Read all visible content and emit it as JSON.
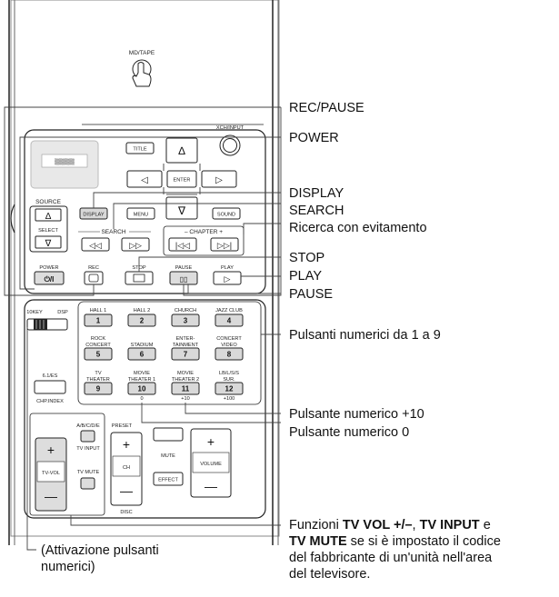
{
  "remote": {
    "md_tape": "MD/TAPE",
    "xch_input": "XCH/INPUT",
    "title": "TITLE",
    "enter": "ENTER",
    "display": "DISPLAY",
    "menu": "MENU",
    "sound": "SOUND",
    "source": "SOURCE",
    "select": "SELECT",
    "search": "SEARCH",
    "chapter": "– CHAPTER +",
    "power": "POWER",
    "rec": "REC",
    "stop": "STOP",
    "pause": "PAUSE",
    "play": "PLAY",
    "tenkey": "10KEY",
    "dsp": "DSP",
    "ch_6_1": "6.1/ES",
    "chp_index": "CHP.INDEX",
    "preset": "PRESET",
    "a_e": "A/B/C/D/E",
    "tv_input": "TV INPUT",
    "tv_mute": "TV MUTE",
    "tv_vol": "TV-VOL",
    "ch": "CH",
    "disc": "DISC",
    "mute": "MUTE",
    "effect": "EFFECT",
    "volume": "VOLUME",
    "plus_ten": "+10",
    "plus_hundred": "+100",
    "zero": "0",
    "num_labels": {
      "hall1": "HALL 1",
      "hall2": "HALL 2",
      "church": "CHURCH",
      "jazz": "JAZZ CLUB",
      "rock1": "ROCK",
      "rock2": "CONCERT",
      "stadium": "STADIUM",
      "ent1": "ENTER-",
      "ent2": "TAINMENT",
      "cv1": "CONCERT",
      "cv2": "VIDEO",
      "tv1": "TV",
      "tv2": "THEATER",
      "mt1a": "MOVIE",
      "mt1b": "THEATER 1",
      "mt2a": "MOVIE",
      "mt2b": "THEATER 2",
      "sur1": "LB/L/S/S",
      "sur2": "SUR."
    },
    "numbers": [
      "1",
      "2",
      "3",
      "4",
      "5",
      "6",
      "7",
      "8",
      "9",
      "10",
      "11",
      "12"
    ]
  },
  "callouts": {
    "rec_pause": "REC/PAUSE",
    "power": "POWER",
    "display": "DISPLAY",
    "search": "SEARCH",
    "skip_search": "Ricerca con evitamento",
    "stop": "STOP",
    "play": "PLAY",
    "pause": "PAUSE",
    "numeric_1_9": "Pulsanti numerici da 1 a 9",
    "numeric_10": "Pulsante numerico +10",
    "numeric_0": "Pulsante numerico 0",
    "tv_func_1a": "Funzioni ",
    "tv_func_1b": "TV VOL +/–",
    "tv_func_1c": ", ",
    "tv_func_1d": "TV INPUT",
    "tv_func_1e": " e",
    "tv_func_2a": "TV MUTE",
    "tv_func_2b": " se si è impostato il codice",
    "tv_func_3": "del fabbricante di un'unità nell'area",
    "tv_func_4": "del televisore.",
    "activation_1": "(Attivazione pulsanti",
    "activation_2": "numerici)"
  }
}
